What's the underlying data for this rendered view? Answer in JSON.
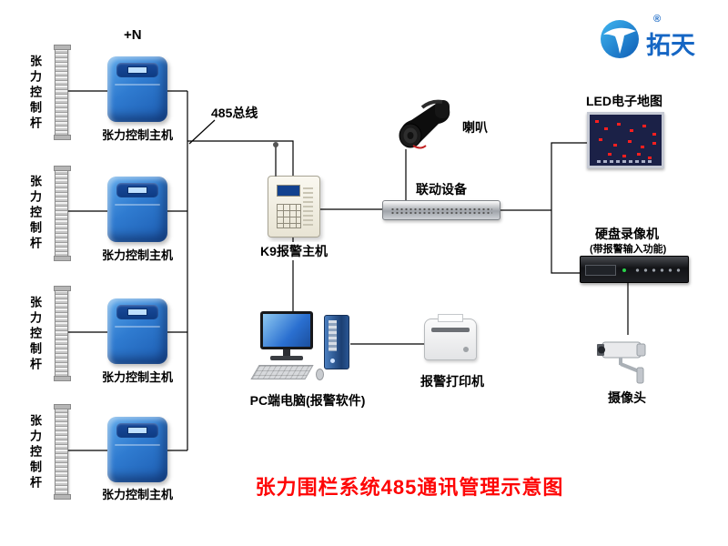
{
  "logo": {
    "brand": "拓天",
    "registered": "®"
  },
  "title": "张力围栏系统485通讯管理示意图",
  "annotations": {
    "plus_n": "+N",
    "bus_label": "485总线"
  },
  "labels": {
    "pole": "张力控制杆",
    "controller": "张力控制主机",
    "k9": "K9报警主机",
    "speaker": "喇叭",
    "linkage": "联动设备",
    "led_map": "LED电子地图",
    "dvr": "硬盘录像机",
    "dvr_note": "(带报警输入功能)",
    "camera": "摄像头",
    "pc": "PC端电脑(报警软件)",
    "printer": "报警打印机"
  },
  "colors": {
    "controller_blue": "#2f7bd0",
    "title_red": "#fe0606",
    "logo_blue": "#1566c4",
    "line": "#000000",
    "led_dot_red": "#ff1f1f"
  }
}
